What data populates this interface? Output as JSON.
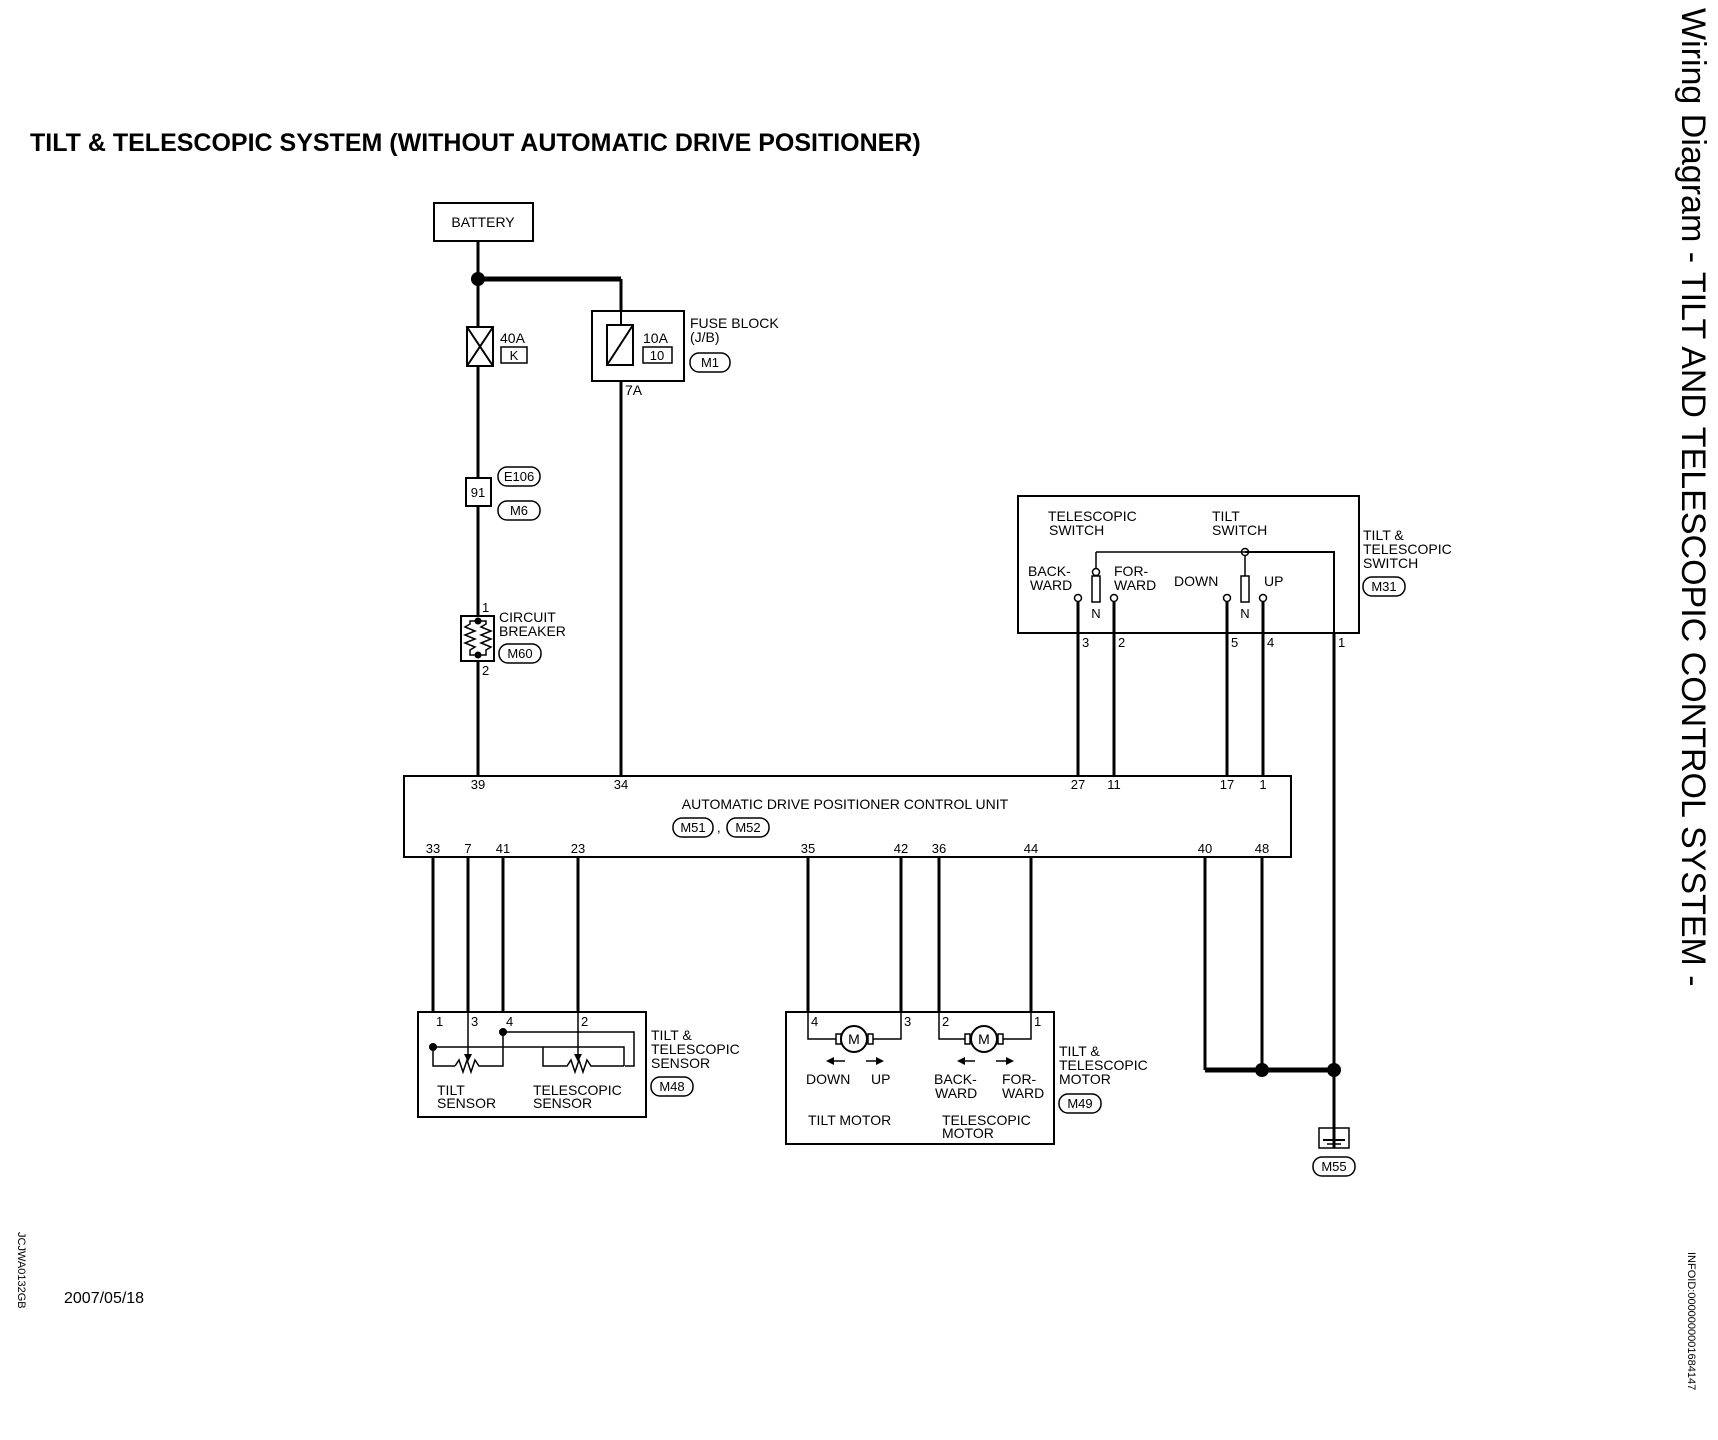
{
  "page": {
    "title": "TILT & TELESCOPIC SYSTEM (WITHOUT AUTOMATIC DRIVE POSITIONER)",
    "side_title": "Wiring Diagram - TILT AND TELESCOPIC CONTROL SYSTEM -",
    "left_code": "JCJWA0132GB",
    "right_code": "INFOID:0000000001684147",
    "date": "2007/05/18"
  },
  "battery": {
    "label": "BATTERY"
  },
  "fuse_40a": {
    "rating": "40A",
    "id": "K"
  },
  "fuse_block": {
    "rating": "10A",
    "id": "10",
    "label_line1": "FUSE BLOCK",
    "label_line2": "(J/B)",
    "connector": "M1",
    "terminal": "7A"
  },
  "joint": {
    "terminal": "91",
    "connector_top": "E106",
    "connector_bottom": "M6"
  },
  "circuit_breaker": {
    "label_line1": "CIRCUIT",
    "label_line2": "BREAKER",
    "connector": "M60",
    "pin_top": "1",
    "pin_bottom": "2"
  },
  "control_unit": {
    "label": "AUTOMATIC DRIVE POSITIONER CONTROL UNIT",
    "connector_a": "M51",
    "connector_b": "M52",
    "separator": ",",
    "top_pins": [
      "39",
      "34",
      "27",
      "11",
      "17",
      "1"
    ],
    "bottom_pins": [
      "33",
      "7",
      "41",
      "23",
      "35",
      "42",
      "36",
      "44",
      "40",
      "48"
    ]
  },
  "tilt_tele_switch": {
    "telescopic_switch_line1": "TELESCOPIC",
    "telescopic_switch_line2": "SWITCH",
    "tilt_switch_line1": "TILT",
    "tilt_switch_line2": "SWITCH",
    "backward_line1": "BACK-",
    "backward_line2": "WARD",
    "forward_line1": "FOR-",
    "forward_line2": "WARD",
    "down": "DOWN",
    "up": "UP",
    "neutral": "N",
    "label_line1": "TILT &",
    "label_line2": "TELESCOPIC",
    "label_line3": "SWITCH",
    "connector": "M31",
    "pins": [
      "3",
      "2",
      "5",
      "4",
      "1"
    ]
  },
  "sensor": {
    "pins": [
      "1",
      "3",
      "4",
      "2"
    ],
    "tilt_line1": "TILT",
    "tilt_line2": "SENSOR",
    "tele_line1": "TELESCOPIC",
    "tele_line2": "SENSOR",
    "label_line1": "TILT &",
    "label_line2": "TELESCOPIC",
    "label_line3": "SENSOR",
    "connector": "M48"
  },
  "motor": {
    "pins": [
      "4",
      "3",
      "2",
      "1"
    ],
    "motor_symbol": "M",
    "down": "DOWN",
    "up": "UP",
    "backward_line1": "BACK-",
    "backward_line2": "WARD",
    "forward_line1": "FOR-",
    "forward_line2": "WARD",
    "tilt_motor": "TILT MOTOR",
    "tele_motor_line1": "TELESCOPIC",
    "tele_motor_line2": "MOTOR",
    "label_line1": "TILT &",
    "label_line2": "TELESCOPIC",
    "label_line3": "MOTOR",
    "connector": "M49"
  },
  "ground": {
    "connector": "M55"
  }
}
